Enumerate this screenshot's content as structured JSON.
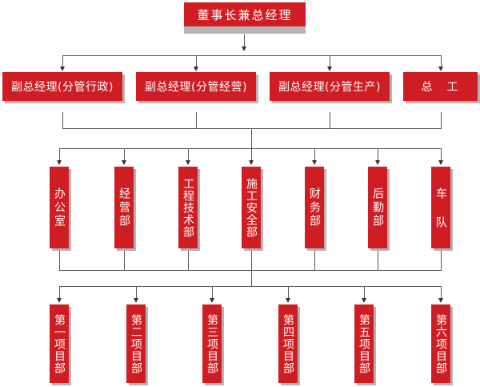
{
  "org": {
    "top": "董事长兼总经理",
    "deputies": [
      "副总经理(分管行政)",
      "副总经理(分管经营)",
      "副总经理(分管生产)",
      "总　工"
    ],
    "departments": [
      "办公室",
      "经营部",
      "工程技术部",
      "施工安全部",
      "财务部",
      "后勤部",
      "车队"
    ],
    "projects": [
      "第一项目部",
      "第二项目部",
      "第三项目部",
      "第四项目部",
      "第五项目部",
      "第六项目部"
    ]
  },
  "colors": {
    "node": "#cf1e23",
    "shadow": "#b4b4b4",
    "line": "#555555"
  }
}
